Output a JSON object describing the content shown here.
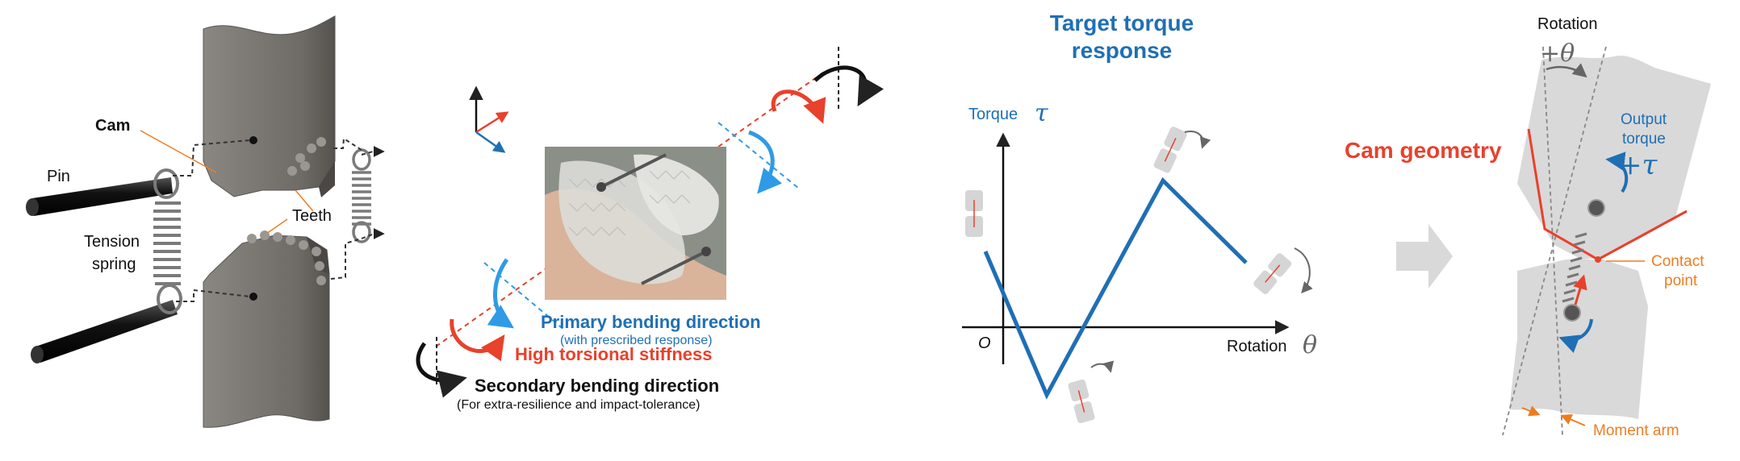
{
  "panel_a": {
    "label_cam": "Cam",
    "label_pin": "Pin",
    "label_teeth": "Teeth",
    "label_tension_spring": "Tension\nspring",
    "label_tension_line1": "Tension",
    "label_tension_line2": "spring"
  },
  "panel_b": {
    "primary_title": "Primary bending direction",
    "primary_sub": "(with prescribed response)",
    "torsional": "High torsional stiffness",
    "secondary_title": "Secondary bending direction",
    "secondary_sub": "(For extra-resilience and impact-tolerance)"
  },
  "panel_c": {
    "title_line1": "Target torque",
    "title_line2": "response",
    "ylabel": "Torque",
    "ysymbol": "τ",
    "xlabel": "Rotation",
    "xsymbol": "θ",
    "origin": "O"
  },
  "panel_d": {
    "rotation_label": "Rotation",
    "rotation_symbol": "+θ",
    "output_line1": "Output",
    "output_line2": "torque",
    "output_symbol": "+τ",
    "cam_geometry": "Cam geometry",
    "contact_line1": "Contact",
    "contact_line2": "point",
    "moment_arm": "Moment arm"
  },
  "colors": {
    "blue": "#1f6fb5",
    "red": "#e8412c",
    "orange": "#ee7d22",
    "gray": "#d9d9d9",
    "dark": "#222222"
  }
}
